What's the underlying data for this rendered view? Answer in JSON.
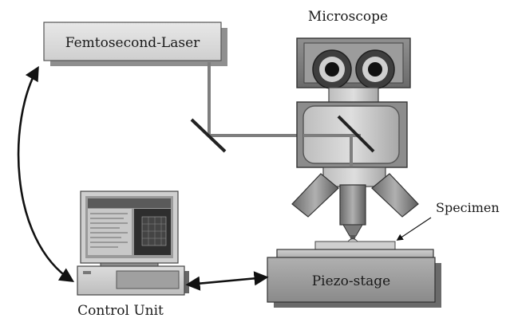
{
  "labels": {
    "laser": "Femtosecond-Laser",
    "microscope": "Microscope",
    "specimen": "Specimen",
    "stage": "Piezo-stage",
    "control": "Control Unit"
  },
  "colors": {
    "box_light": "#e4e4e4",
    "box_mid": "#b8b8b8",
    "box_dark": "#6f6f6f",
    "beam": "#808080",
    "arrow": "#111111"
  }
}
